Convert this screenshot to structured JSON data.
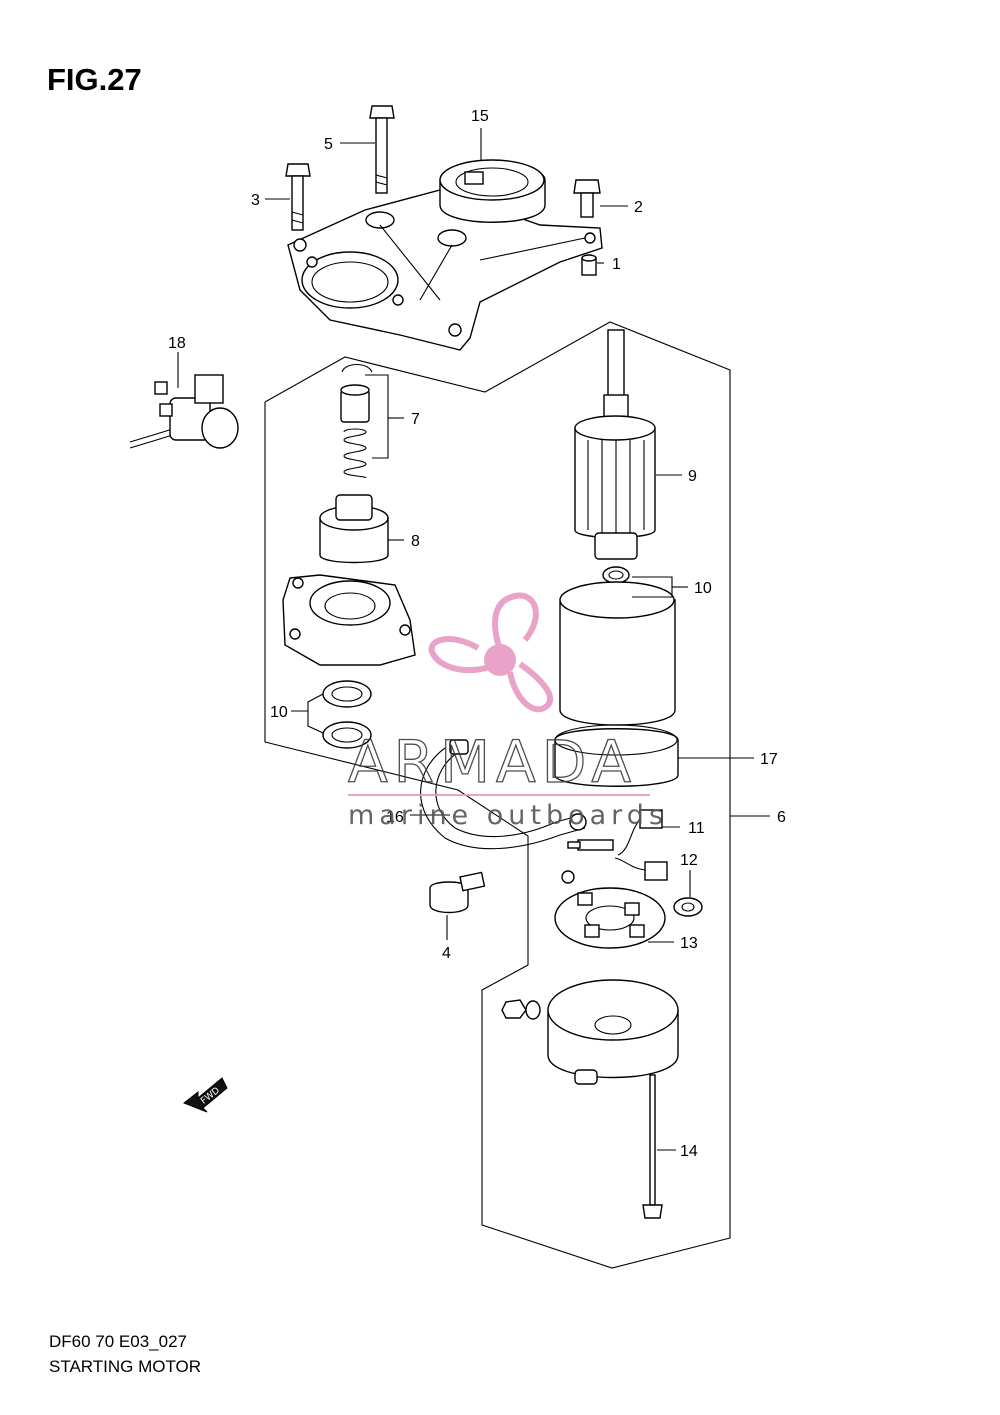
{
  "figure": {
    "title": "FIG.27",
    "code": "DF60 70 E03_027",
    "name": "STARTING MOTOR"
  },
  "watermark": {
    "brand": "ARMADA",
    "tagline": "marine outboards",
    "colors": {
      "pink": "#e79ac4",
      "gray": "#3a3a3a"
    }
  },
  "direction_badge": "FWD",
  "callouts": {
    "c1": "1",
    "c2": "2",
    "c3": "3",
    "c4": "4",
    "c5": "5",
    "c6": "6",
    "c7": "7",
    "c8": "8",
    "c9": "9",
    "c10a": "10",
    "c10b": "10",
    "c11": "11",
    "c12": "12",
    "c13": "13",
    "c14": "14",
    "c15": "15",
    "c16": "16",
    "c17": "17",
    "c18": "18"
  }
}
